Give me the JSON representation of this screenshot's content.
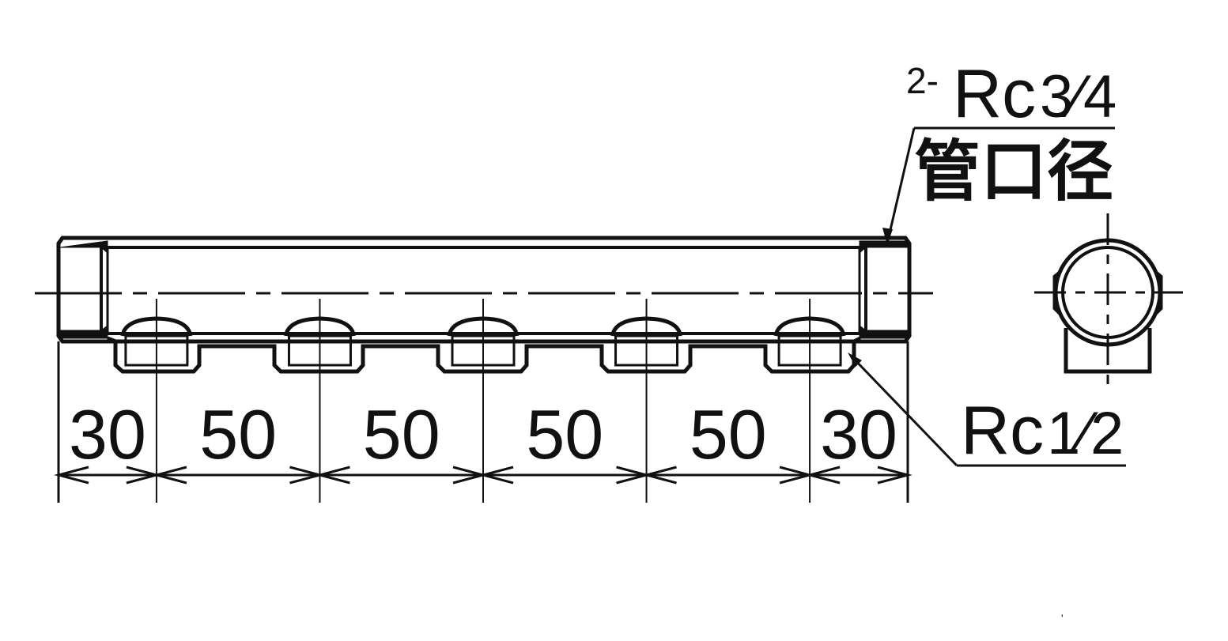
{
  "drawing": {
    "dimensions": [
      "30",
      "50",
      "50",
      "50",
      "50",
      "30"
    ],
    "end_port": {
      "count_prefix": "2-",
      "thread": "Rc",
      "fraction": "3⁄4",
      "label": "管口径"
    },
    "branch_port": {
      "thread": "Rc",
      "fraction": "1⁄2"
    },
    "colors": {
      "line": "#111111",
      "background": "#ffffff"
    }
  }
}
